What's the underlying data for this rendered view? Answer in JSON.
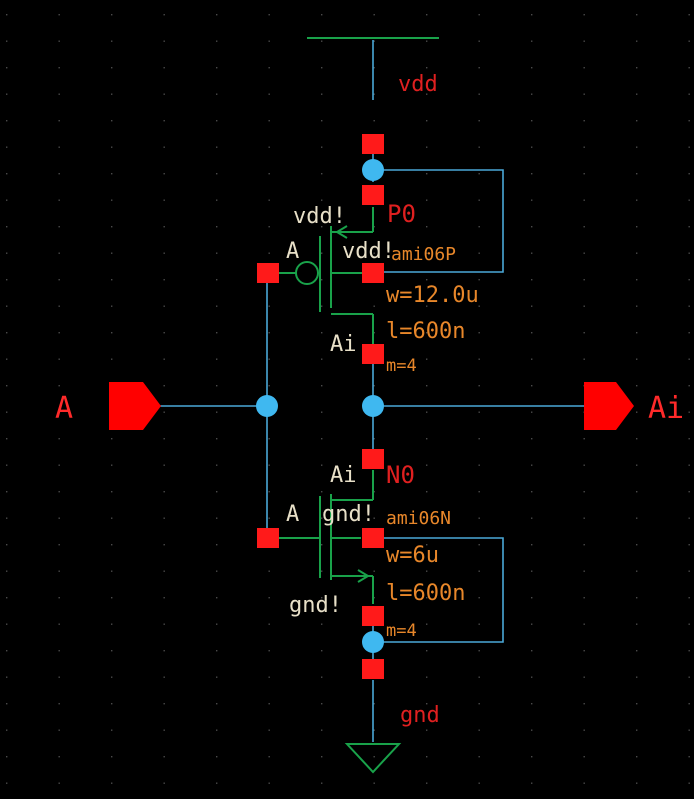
{
  "colors": {
    "background": "#000000",
    "grid_dot": "#4a4a4a",
    "wire": "#4aa8d8",
    "device": "#19a24a",
    "pin": "#ff1a1a",
    "node": "#3fb8f0",
    "net_label": "#e8e0c8",
    "inst_label": "#e8872a",
    "pin_label": "#ff2a2a"
  },
  "supply": {
    "vdd_label": "vdd",
    "gnd_label": "gnd"
  },
  "ports": {
    "input_name": "A",
    "output_name": "Ai"
  },
  "pmos": {
    "instance": "P0",
    "model": "ami06P",
    "width": "w=12.0u",
    "length": "l=600n",
    "multiplier": "m=4",
    "bulk_label": "vdd!",
    "source_label": "vdd!",
    "gate_label": "A",
    "drain_label": "Ai"
  },
  "nmos": {
    "instance": "N0",
    "model": "ami06N",
    "width": "w=6u",
    "length": "l=600n",
    "multiplier": "m=4",
    "bulk_label": "gnd!",
    "source_label": "gnd!",
    "gate_label": "A",
    "drain_label": "Ai"
  }
}
